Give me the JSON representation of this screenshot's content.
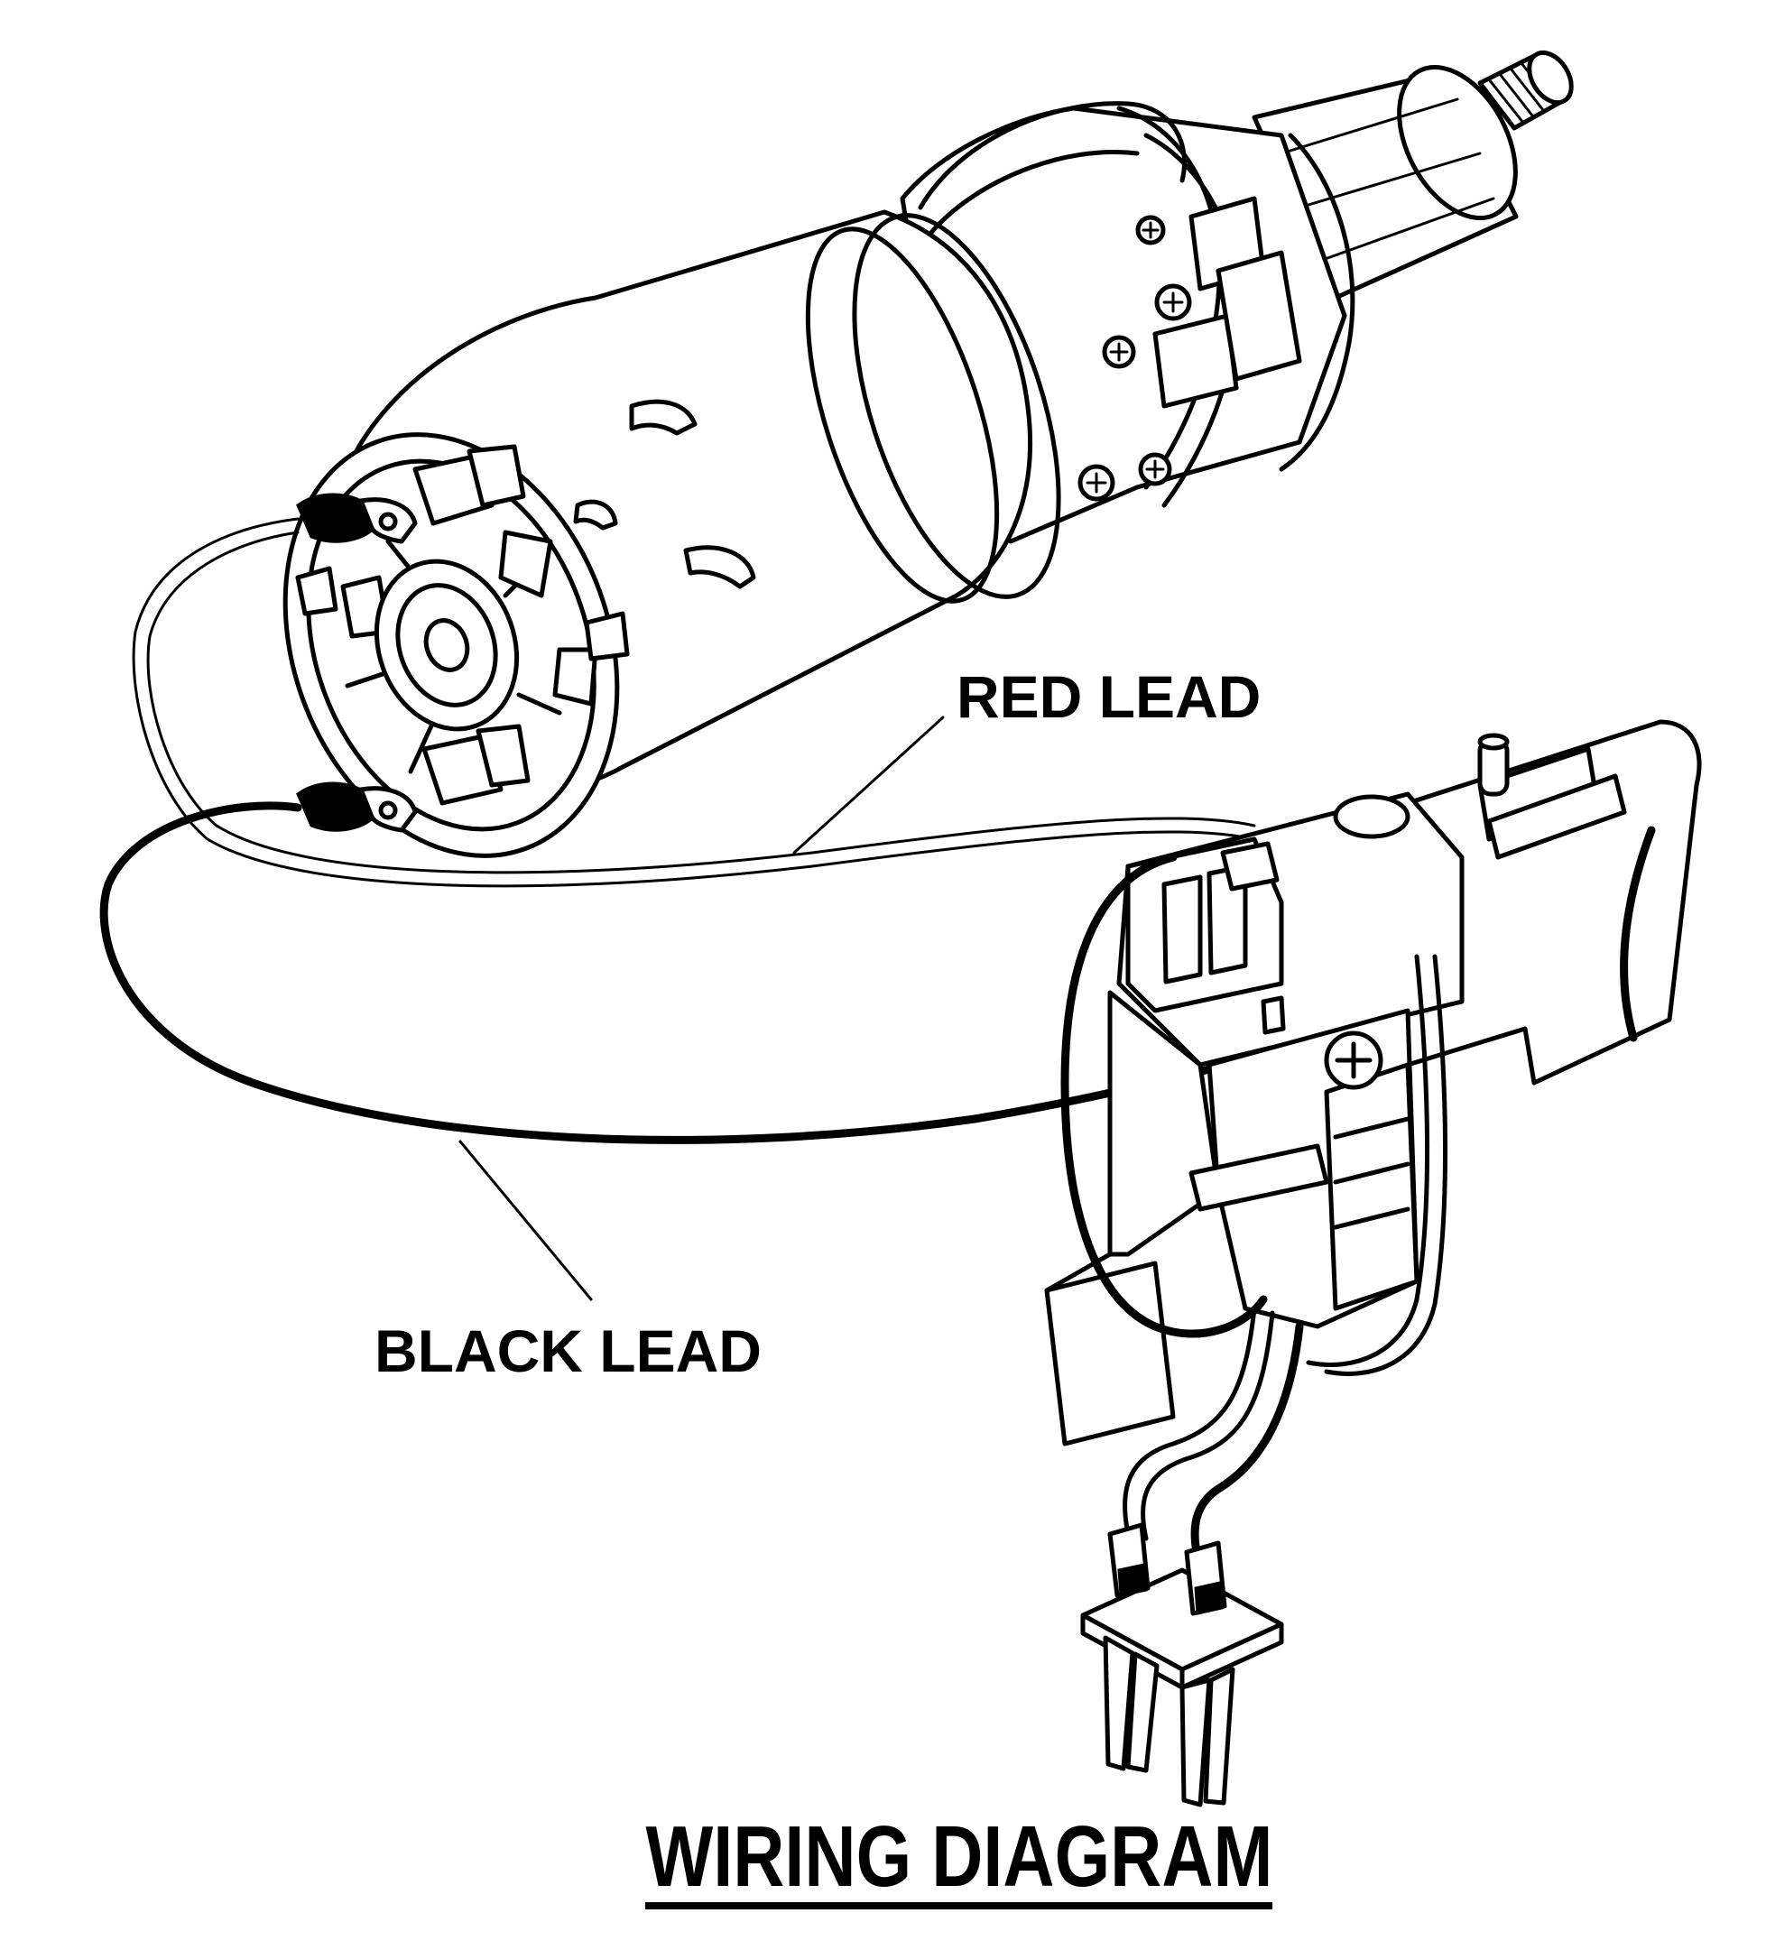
{
  "labels": {
    "red_lead": "RED LEAD",
    "black_lead": "BLACK LEAD"
  },
  "title": "WIRING DIAGRAM"
}
